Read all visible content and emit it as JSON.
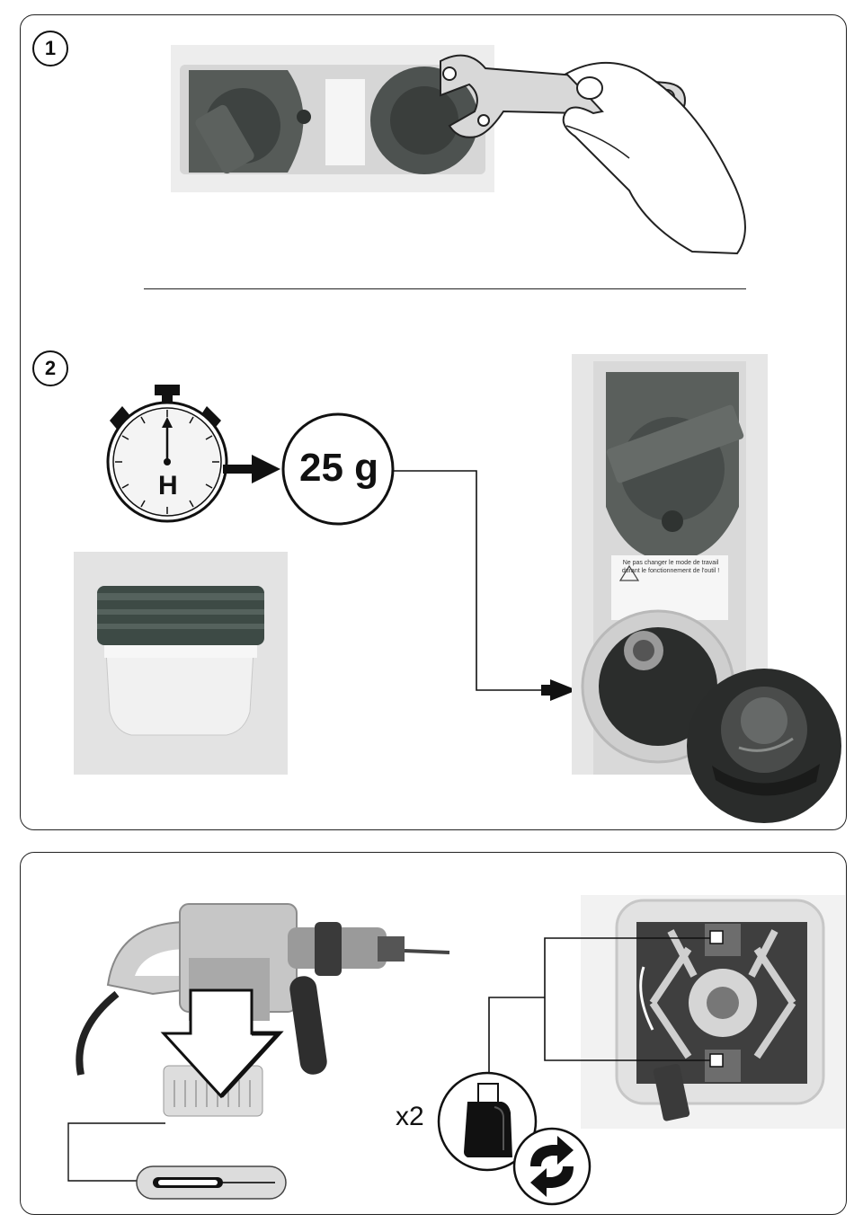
{
  "steps": {
    "one": "1",
    "two": "2"
  },
  "timer": {
    "hour_label": "H"
  },
  "grease": {
    "amount": "25 g"
  },
  "brushes": {
    "quantity": "x2"
  },
  "labels": {
    "warning_sticker": "Ne pas changer le mode de travail durant le fonctionnement de l'outil !"
  },
  "icons": {
    "stopwatch": "stopwatch-icon",
    "arrow": "arrow-right-icon",
    "replace": "replace-cycle-icon",
    "carbon_brush": "carbon-brush-icon",
    "down_arrow": "down-arrow-icon"
  },
  "colors": {
    "outline": "#222222",
    "tool_dark": "#4a4f4c",
    "tool_light": "#dcdcdc",
    "background_photo": "#e6e6e6"
  }
}
